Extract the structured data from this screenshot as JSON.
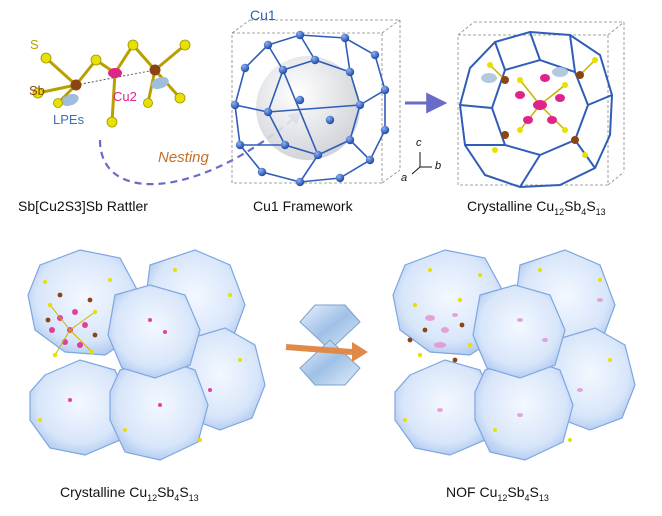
{
  "colors": {
    "cu_framework": "#2f5db8",
    "cu2": "#e0238a",
    "sb": "#8b4513",
    "s": "#e8e000",
    "lpe": "#aac4dc",
    "nesting_arrow": "#6a6ac8",
    "process_arrow": "#e08a4a",
    "cage_fill": "#cfe0f7",
    "cage_edge": "#7fa6e0"
  },
  "labels": {
    "s": "S",
    "sb": "Sb",
    "cu2": "Cu2",
    "lpes": "LPEs",
    "cu1": "Cu1",
    "nesting": "Nesting",
    "axis_c": "c",
    "axis_a": "a",
    "axis_b": "b"
  },
  "captions": {
    "rattler": "Sb[Cu2S3]Sb Rattler",
    "framework": "Cu1 Framework",
    "crystalline_prefix": "Crystalline",
    "nof_prefix": "NOF",
    "formula": {
      "cu": "Cu",
      "cu_n": "12",
      "sb": "Sb",
      "sb_n": "4",
      "s": "S",
      "s_n": "13"
    }
  },
  "icons": {
    "nesting_arrow": "dashed-curved-arrow",
    "transition_arrow": "right-arrow",
    "process_arrow": "right-arrow",
    "diamond": "diamond-icon",
    "axis": "axis-triad-icon"
  }
}
